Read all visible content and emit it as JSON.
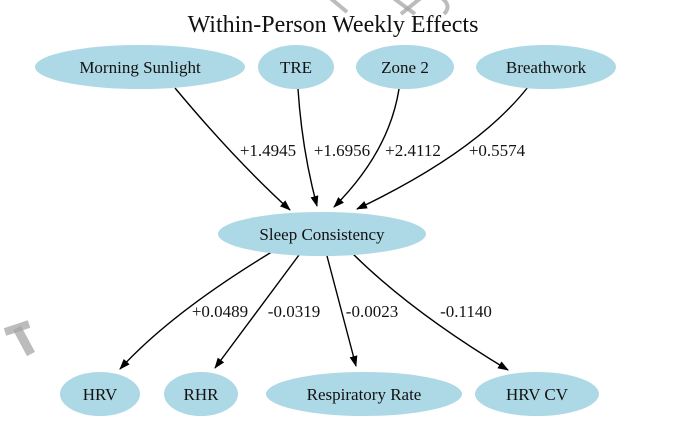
{
  "title": "Within-Person Weekly Effects",
  "colors": {
    "node_fill": "#ADD8E6",
    "edge": "#000000",
    "text": "#121212",
    "watermark": "#a6a6a6",
    "background": "#ffffff"
  },
  "graph": {
    "nodes": [
      {
        "id": "morning-sunlight",
        "label": "Morning Sunlight",
        "row": "predictor"
      },
      {
        "id": "tre",
        "label": "TRE",
        "row": "predictor"
      },
      {
        "id": "zone-2",
        "label": "Zone 2",
        "row": "predictor"
      },
      {
        "id": "breathwork",
        "label": "Breathwork",
        "row": "predictor"
      },
      {
        "id": "sleep-consistency",
        "label": "Sleep Consistency",
        "row": "mediator"
      },
      {
        "id": "hrv",
        "label": "HRV",
        "row": "outcome"
      },
      {
        "id": "rhr",
        "label": "RHR",
        "row": "outcome"
      },
      {
        "id": "respiratory-rate",
        "label": "Respiratory Rate",
        "row": "outcome"
      },
      {
        "id": "hrv-cv",
        "label": "HRV CV",
        "row": "outcome"
      }
    ],
    "edges": [
      {
        "from": "Morning Sunlight",
        "to": "Sleep Consistency",
        "label": "+1.4945"
      },
      {
        "from": "TRE",
        "to": "Sleep Consistency",
        "label": "+1.6956"
      },
      {
        "from": "Zone 2",
        "to": "Sleep Consistency",
        "label": "+2.4112"
      },
      {
        "from": "Breathwork",
        "to": "Sleep Consistency",
        "label": "+0.5574"
      },
      {
        "from": "Sleep Consistency",
        "to": "HRV",
        "label": "+0.0489"
      },
      {
        "from": "Sleep Consistency",
        "to": "RHR",
        "label": "-0.0319"
      },
      {
        "from": "Sleep Consistency",
        "to": "Respiratory Rate",
        "label": "-0.0023"
      },
      {
        "from": "Sleep Consistency",
        "to": "HRV CV",
        "label": "-0.1140"
      }
    ]
  }
}
